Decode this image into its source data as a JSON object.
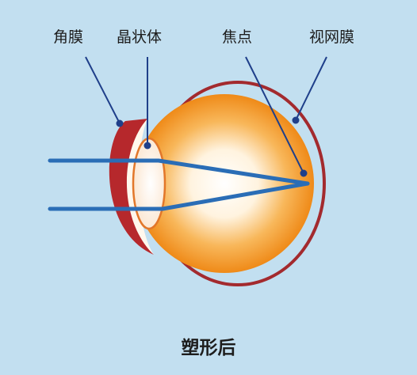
{
  "labels": {
    "cornea": "角膜",
    "lens": "晶状体",
    "focus": "焦点",
    "retina": "视网膜"
  },
  "caption": "塑形后",
  "colors": {
    "background": "#c2dff0",
    "cornea_fill": "#b6282c",
    "retina_stroke": "#a32a2e",
    "eyeball_outer": "#f08a1c",
    "eyeball_inner": "#ffffff",
    "light_ray": "#2a6db6",
    "leader_line": "#1f3f8a",
    "text": "#1d1d1d"
  }
}
